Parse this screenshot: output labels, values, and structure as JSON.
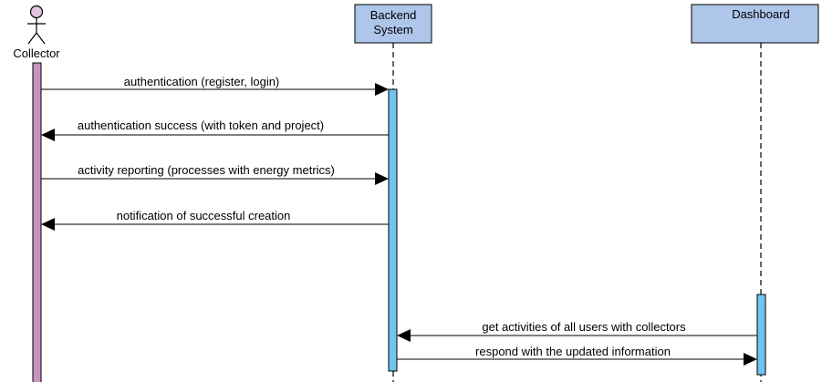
{
  "actors": {
    "collector": {
      "label": "Collector"
    }
  },
  "participants": {
    "backend": {
      "label_line1": "Backend",
      "label_line2": "System"
    },
    "dashboard": {
      "label": "Dashboard"
    }
  },
  "messages": [
    {
      "text": "authentication (register, login)"
    },
    {
      "text": "authentication success (with token and project)"
    },
    {
      "text": "activity reporting (processes with energy metrics)"
    },
    {
      "text": "notification of successful creation"
    },
    {
      "text": "get activities of all users with collectors"
    },
    {
      "text": "respond with the updated information"
    }
  ],
  "colors": {
    "participant_fill": "#aec6ea",
    "participant_stroke": "#000000",
    "collector_activation": "#c694c0",
    "activation_fill": "#6ec6f0",
    "actor_head": "#e3c5dd",
    "line": "#000000"
  }
}
